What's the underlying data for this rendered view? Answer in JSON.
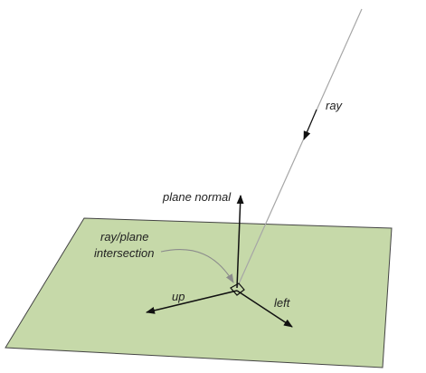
{
  "labels": {
    "ray": "ray",
    "plane_normal": "plane normal",
    "intersection_line1": "ray/plane",
    "intersection_line2": "intersection",
    "up": "up",
    "left": "left"
  },
  "colors": {
    "plane_fill": "#c6d9a9",
    "plane_stroke": "#444444",
    "ray_line": "#a6a6a6",
    "arrow_stroke": "#111111",
    "label_text": "#222222",
    "callout_curve": "#8c8c8c"
  }
}
